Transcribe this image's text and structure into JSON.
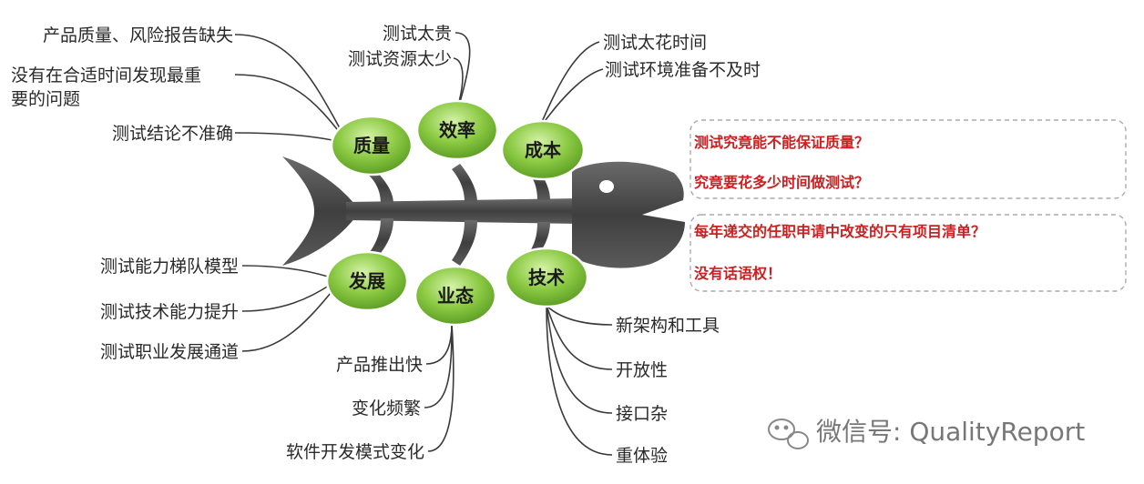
{
  "categories": {
    "quality": "质量",
    "efficiency": "效率",
    "cost": "成本",
    "development": "发展",
    "business": "业态",
    "technology": "技术"
  },
  "causes": {
    "quality": [
      "产品质量、风险报告缺失",
      "没有在合适时间发现最重",
      "要的问题",
      "测试结论不准确"
    ],
    "efficiency": [
      "测试太贵",
      "测试资源太少"
    ],
    "cost": [
      "测试太花时间",
      "测试环境准备不及时"
    ],
    "development": [
      "测试能力梯队模型",
      "测试技术能力提升",
      "测试职业发展通道"
    ],
    "business": [
      "产品推出快",
      "变化频繁",
      "软件开发模式变化"
    ],
    "technology": [
      "新架构和工具",
      "开放性",
      "接口杂",
      "重体验"
    ]
  },
  "questions": {
    "box1": [
      "测试究竟能不能保证质量？",
      "究竟要花多少时间做测试？"
    ],
    "box2": [
      "每年递交的任职申请中改变的只有项目清单？",
      "没有话语权！"
    ]
  },
  "watermark": {
    "text": "微信号: QualityReport",
    "icon": "wechat-icon"
  },
  "colors": {
    "node_green": "#7cc23a",
    "fish_gray": "#5a5a5a",
    "question_red": "#cc1f1f"
  }
}
